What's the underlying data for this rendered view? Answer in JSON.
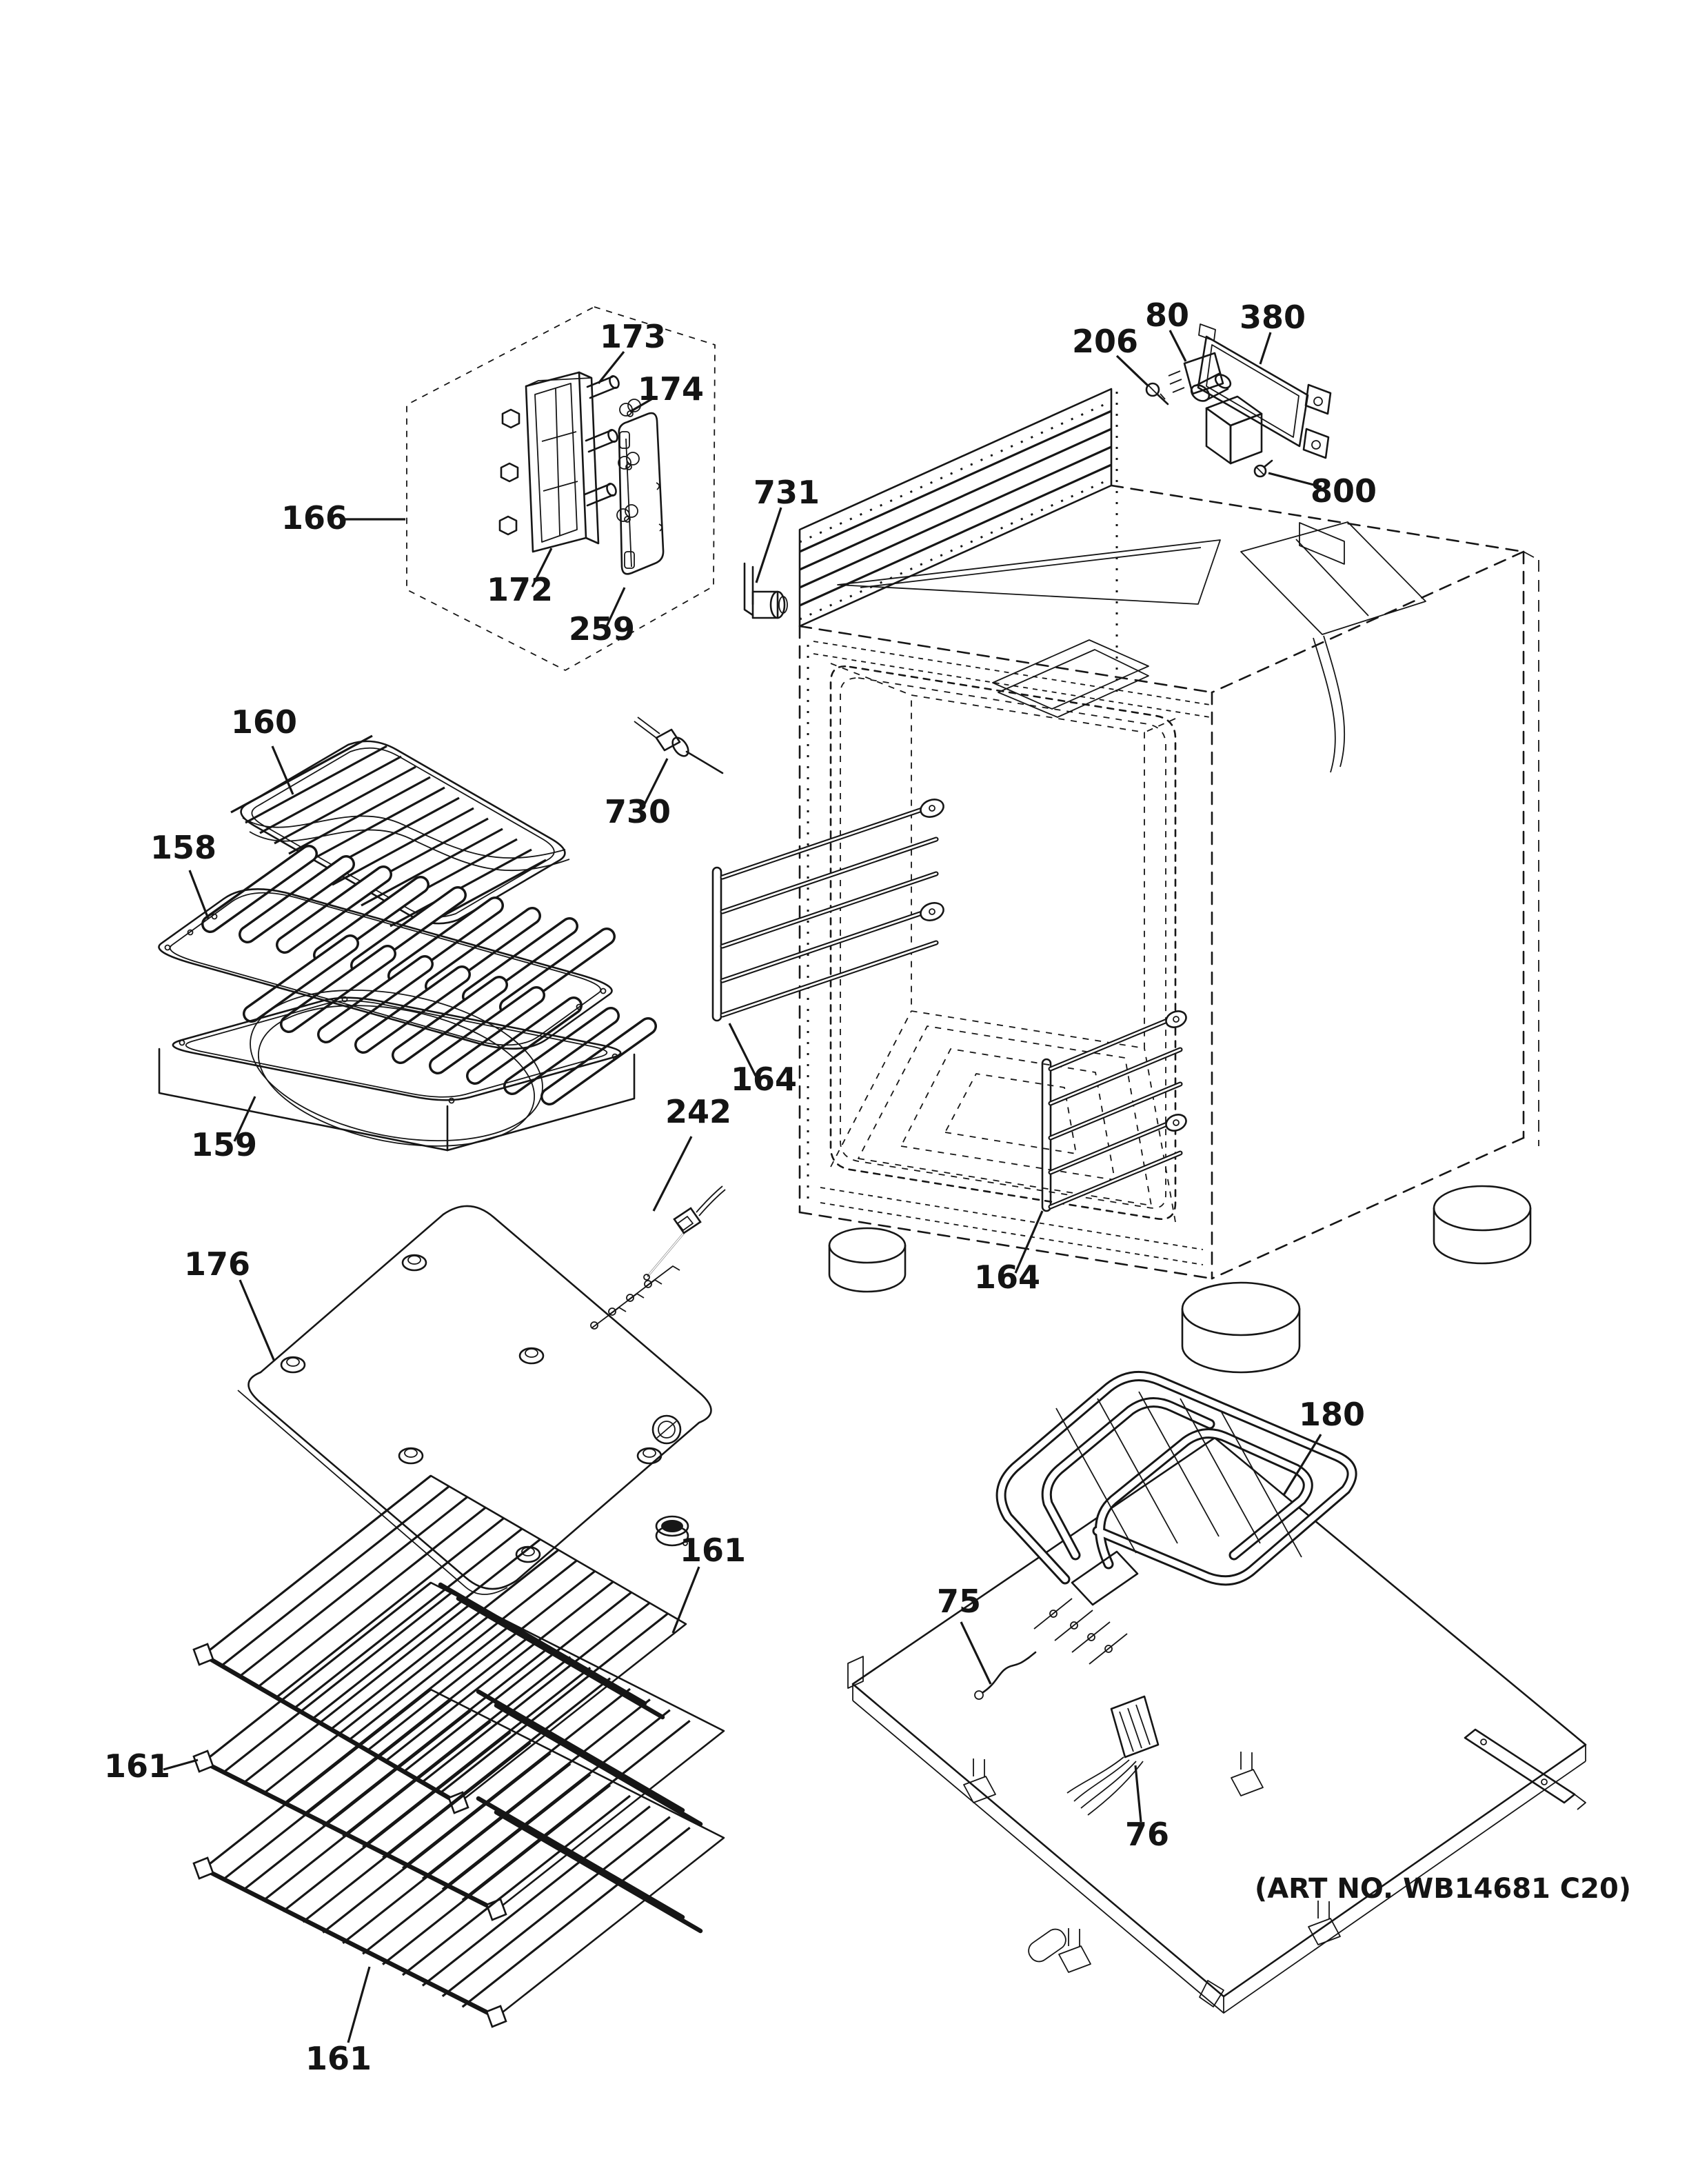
{
  "art_no": "(ART NO. WB14681 C20)",
  "labels": [
    {
      "id": "broil-rack",
      "text": "160"
    },
    {
      "id": "grill-insert",
      "text": "158"
    },
    {
      "id": "broiler-pan",
      "text": "159"
    },
    {
      "id": "control-assembly",
      "text": "166"
    },
    {
      "id": "control-housing",
      "text": "172"
    },
    {
      "id": "switch-shaft",
      "text": "173"
    },
    {
      "id": "shaft-clip",
      "text": "174"
    },
    {
      "id": "control-cover",
      "text": "259"
    },
    {
      "id": "meat-probe",
      "text": "730"
    },
    {
      "id": "probe-bracket",
      "text": "731"
    },
    {
      "id": "screw-206",
      "text": "206"
    },
    {
      "id": "relay-board",
      "text": "80"
    },
    {
      "id": "relay-bracket",
      "text": "380"
    },
    {
      "id": "screw-800",
      "text": "800"
    },
    {
      "id": "rack-guide-left",
      "text": "164"
    },
    {
      "id": "rack-guide-right",
      "text": "164"
    },
    {
      "id": "oven-sensor",
      "text": "242"
    },
    {
      "id": "bottom-panel",
      "text": "176"
    },
    {
      "id": "oven-rack-right",
      "text": "161"
    },
    {
      "id": "oven-rack-left",
      "text": "161"
    },
    {
      "id": "oven-rack-bottom",
      "text": "161"
    },
    {
      "id": "element-wire",
      "text": "75"
    },
    {
      "id": "bake-element",
      "text": "180"
    },
    {
      "id": "wire-connector",
      "text": "76"
    }
  ]
}
